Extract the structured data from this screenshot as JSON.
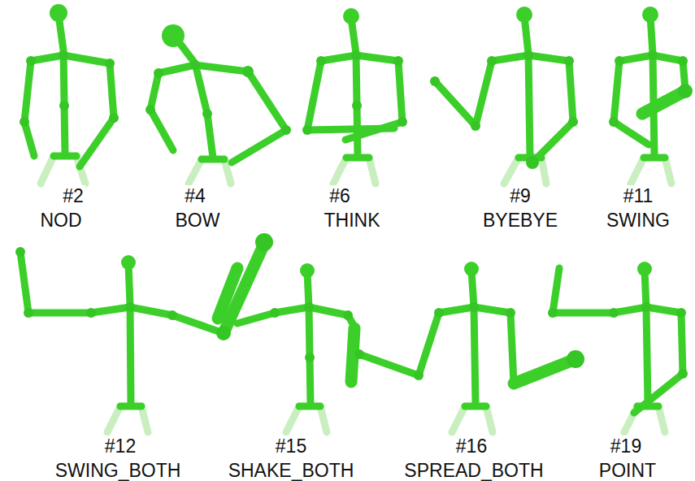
{
  "diagram": {
    "labels": [
      "#2",
      "NOD",
      "#4",
      "BOW",
      "#6",
      "THINK",
      "#9",
      "BYEBYE",
      "#11",
      "SWING",
      "#12",
      "SWING_BOTH",
      "#15",
      "SHAKE_BOTH",
      "#16",
      "SPREAD_BOTH",
      "#19",
      "POINT"
    ]
  }
}
